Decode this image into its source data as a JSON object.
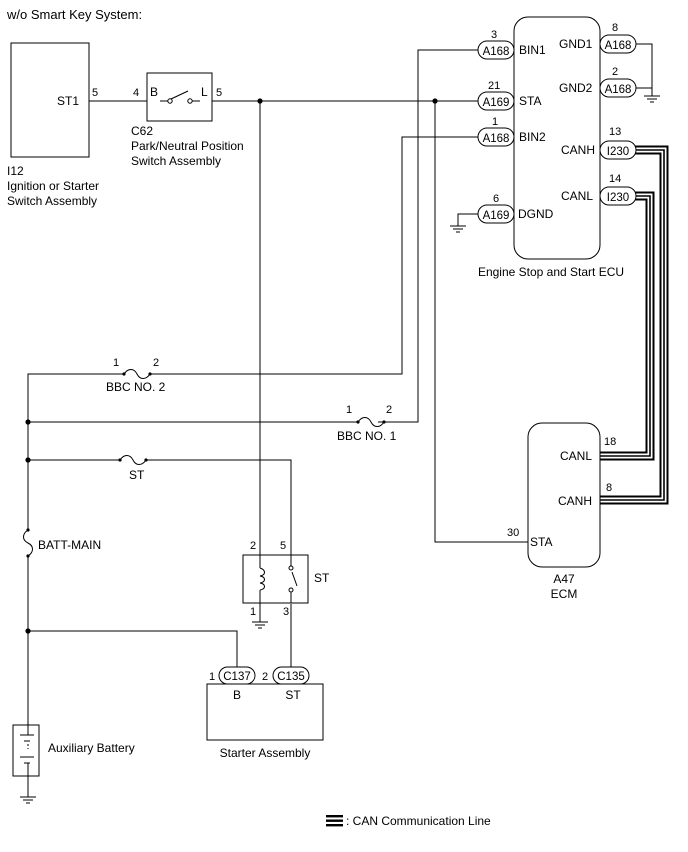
{
  "title": "w/o Smart Key System:",
  "components": {
    "ignition_switch": {
      "connector": "I12",
      "name_line1": "Ignition or Starter",
      "name_line2": "Switch Assembly",
      "terminal": "ST1",
      "pin": "5"
    },
    "pnp_switch": {
      "connector": "C62",
      "name_line1": "Park/Neutral Position",
      "name_line2": "Switch Assembly",
      "term_b": "B",
      "term_l": "L",
      "pin_b": "4",
      "pin_l": "5"
    },
    "ecu": {
      "name": "Engine Stop and Start ECU",
      "terminals": {
        "bin1": {
          "label": "BIN1",
          "pin": "3",
          "connector": "A168"
        },
        "sta": {
          "label": "STA",
          "pin": "21",
          "connector": "A169"
        },
        "bin2": {
          "label": "BIN2",
          "pin": "1",
          "connector": "A168"
        },
        "dgnd": {
          "label": "DGND",
          "pin": "6",
          "connector": "A169"
        },
        "gnd1": {
          "label": "GND1",
          "pin": "8",
          "connector": "A168"
        },
        "gnd2": {
          "label": "GND2",
          "pin": "2",
          "connector": "A168"
        },
        "canh": {
          "label": "CANH",
          "pin": "13",
          "connector": "I230"
        },
        "canl": {
          "label": "CANL",
          "pin": "14",
          "connector": "I230"
        }
      }
    },
    "ecm": {
      "connector": "A47",
      "name": "ECM",
      "terminals": {
        "canl": {
          "label": "CANL",
          "pin": "18"
        },
        "canh": {
          "label": "CANH",
          "pin": "8"
        },
        "sta": {
          "label": "STA",
          "pin": "30"
        }
      }
    },
    "bbc2": {
      "name": "BBC NO. 2",
      "pin1": "1",
      "pin2": "2"
    },
    "bbc1": {
      "name": "BBC NO. 1",
      "pin1": "1",
      "pin2": "2"
    },
    "st_fuse": {
      "name": "ST"
    },
    "batt_main": {
      "name": "BATT-MAIN"
    },
    "st_relay": {
      "name": "ST",
      "pin2": "2",
      "pin5": "5",
      "pin1": "1",
      "pin3": "3"
    },
    "starter": {
      "name": "Starter Assembly",
      "term_b": "B",
      "term_st": "ST",
      "pin_b": "1",
      "pin_st": "2",
      "conn_b": "C137",
      "conn_st": "C135"
    },
    "battery": {
      "name": "Auxiliary Battery"
    }
  },
  "legend": {
    "label": ": CAN Communication Line"
  }
}
